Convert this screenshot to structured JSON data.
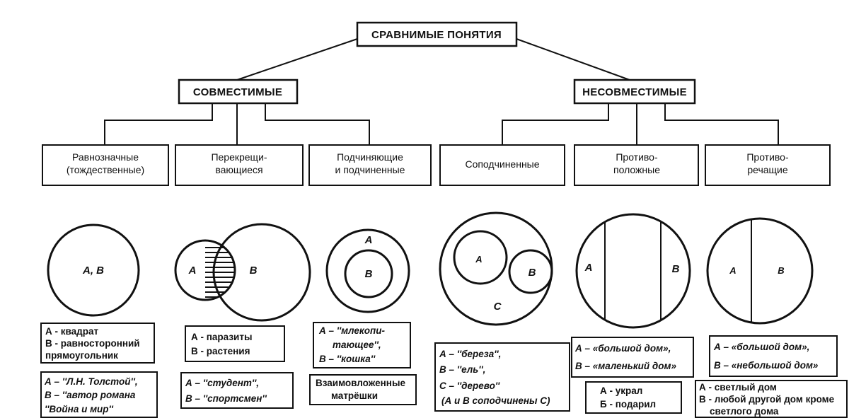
{
  "root": "СРАВНИМЫЕ ПОНЯТИЯ",
  "groups": {
    "compatible": "СОВМЕСТИМЫЕ",
    "incompatible": "НЕСОВМЕСТИМЫЕ"
  },
  "categories": [
    [
      "Равнозначные",
      "(тождественные)"
    ],
    [
      "Перекрещи-",
      "вающиеся"
    ],
    [
      "Подчиняющие",
      "и подчиненные"
    ],
    [
      "Соподчиненные"
    ],
    [
      "Противо-",
      "положные"
    ],
    [
      "Противо-",
      "речащие"
    ]
  ],
  "diagram_labels": {
    "eq": "A, B",
    "cross_a": "A",
    "cross_b": "B",
    "sub_a": "A",
    "sub_b": "B",
    "co_a": "A",
    "co_b": "B",
    "co_c": "C",
    "opp_a": "A",
    "opp_b": "B",
    "contr_a": "A",
    "contr_b": "B"
  },
  "examples": {
    "eq1": [
      "А - квадрат",
      "В - равносторонний",
      "прямоугольник"
    ],
    "eq2": [
      "А – ''Л.Н. Толстой'',",
      "В – ''автор романа",
      "''Война и мир''"
    ],
    "cross1": [
      "А - паразиты",
      "В - растения"
    ],
    "cross2": [
      "А – ''студент'',",
      "В – ''спортсмен''"
    ],
    "sub1": [
      "А – ''млекопи-",
      "тающее'',",
      "В – ''кошка''"
    ],
    "sub2": [
      "Взаимовложенные",
      "матрёшки"
    ],
    "co1": [
      "А – ''береза'',",
      "В – ''ель'',",
      "С – ''дерево''",
      "(А и В соподчинены С)"
    ],
    "opp1": [
      "А – «большой дом»,",
      "В – «маленький дом»"
    ],
    "opp2": [
      "А - украл",
      "Б - подарил"
    ],
    "contr1": [
      "А – «большой дом»,",
      "В – «небольшой дом»"
    ],
    "contr2": [
      "А - светлый дом",
      "В - любой другой дом кроме",
      "светлого дома"
    ]
  }
}
